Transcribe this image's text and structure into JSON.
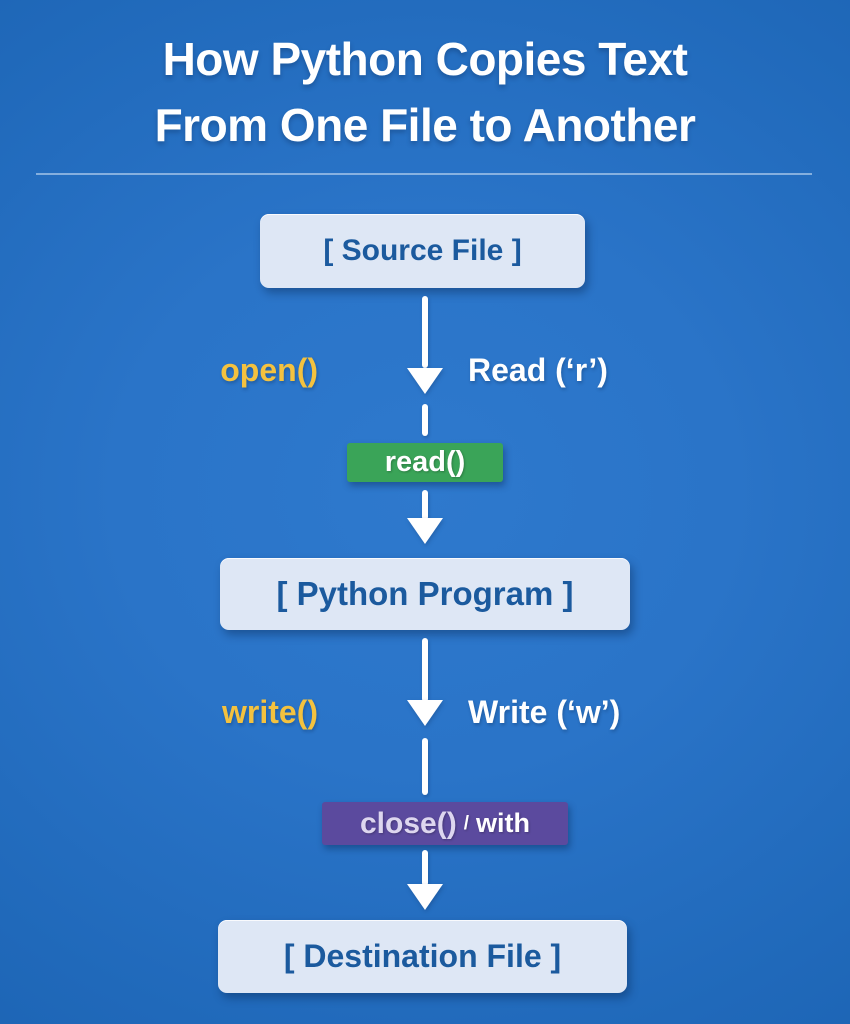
{
  "title": {
    "line1": "How Python Copies Text",
    "line2": "From One File to Another"
  },
  "flow": {
    "source_label": "[ Source File ]",
    "program_label": "[ Python Program ]",
    "destination_label": "[ Destination File ]",
    "step1": {
      "function_label": "open()",
      "mode_label": "Read (‘r’)",
      "action_label": "read()"
    },
    "step2": {
      "function_label": "write()",
      "mode_label": "Write (‘w’)",
      "action_main": "close()",
      "action_separator": "/",
      "action_alt": "with"
    }
  },
  "colors": {
    "background_center": "#2e79cd",
    "background_edge": "#175caa",
    "node_background": "#dee7f5",
    "node_text": "#1b5a9e",
    "function_label": "#f4c23f",
    "mode_label": "#ffffff",
    "read_action_background": "#3aa458",
    "close_action_background": "#5b4a9e",
    "arrow": "#ffffff",
    "title_text": "#ffffff"
  }
}
